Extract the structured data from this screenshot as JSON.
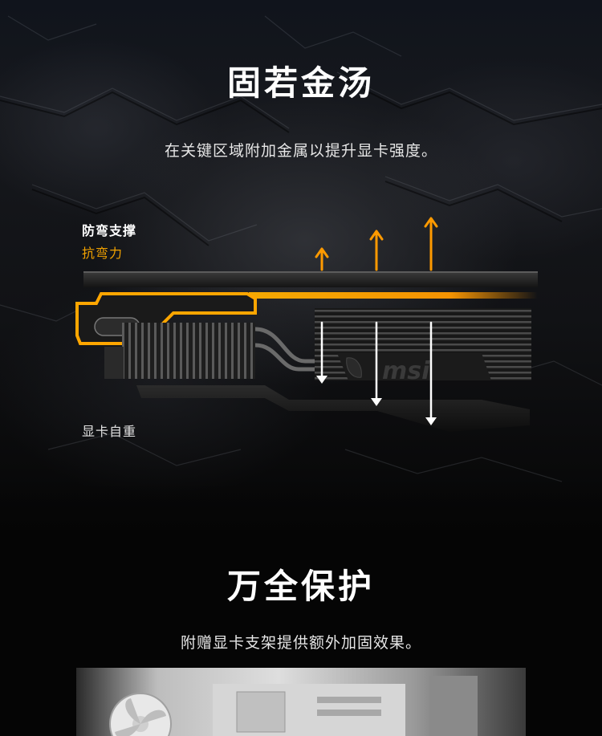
{
  "section1": {
    "title": "固若金汤",
    "subtitle": "在关键区域附加金属以提升显卡强度。"
  },
  "diagram": {
    "label_brace": "防弯支撑",
    "label_bend": "抗弯力",
    "label_weight": "显卡自重",
    "brand_logo": "msi",
    "accent_color": "#f5a000",
    "arrow_up_color": "#ff9a00",
    "arrow_down_color": "#ffffff"
  },
  "section2": {
    "title": "万全保护",
    "subtitle": "附赠显卡支架提供额外加固效果。"
  }
}
